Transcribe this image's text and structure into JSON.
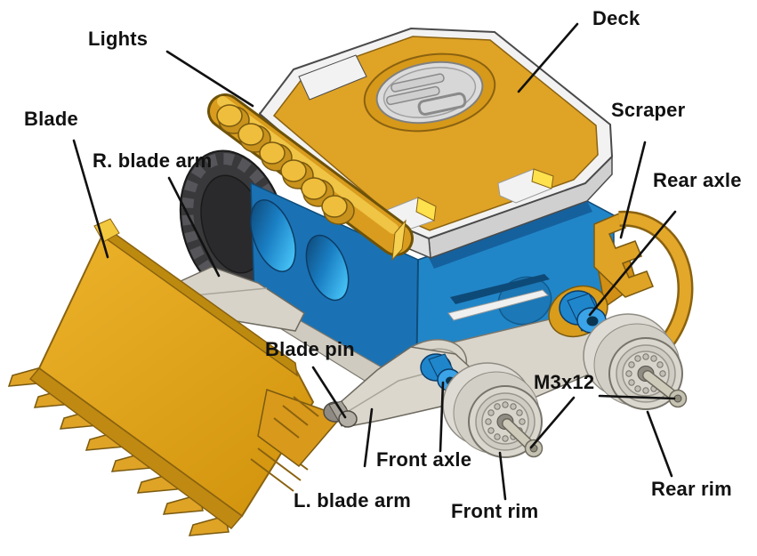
{
  "diagram": {
    "description": "Exploded parts diagram of a toy wheel loader (bulldozer) CAD render with callout labels",
    "background": "#FFFFFF",
    "leader_line_color": "#111111"
  },
  "labels": {
    "lights": "Lights",
    "deck": "Deck",
    "blade": "Blade",
    "r_blade_arm": "R. blade arm",
    "scraper": "Scraper",
    "rear_axle": "Rear axle",
    "blade_pin": "Blade pin",
    "front_axle": "Front axle",
    "l_blade_arm": "L. blade arm",
    "front_rim": "Front rim",
    "m3x12": "M3x12",
    "rear_rim": "Rear rim"
  },
  "colors": {
    "gold": "#DFA326",
    "gold_dark": "#BD8A10",
    "gold_light": "#F2C83E",
    "body_blue_front": "#1A72B4",
    "body_blue_side": "#2186C8",
    "hole_blue_bright": "#45C1F5",
    "navy": "#0D3C66",
    "axle_blue": "#3BA3E8",
    "slab_white": "#F2F2F2",
    "chassis_gray": "#D9D5CB",
    "rim_gray": "#D8D5CE",
    "tire_black": "#39393B",
    "logo_silver": "#DCDCDC"
  }
}
